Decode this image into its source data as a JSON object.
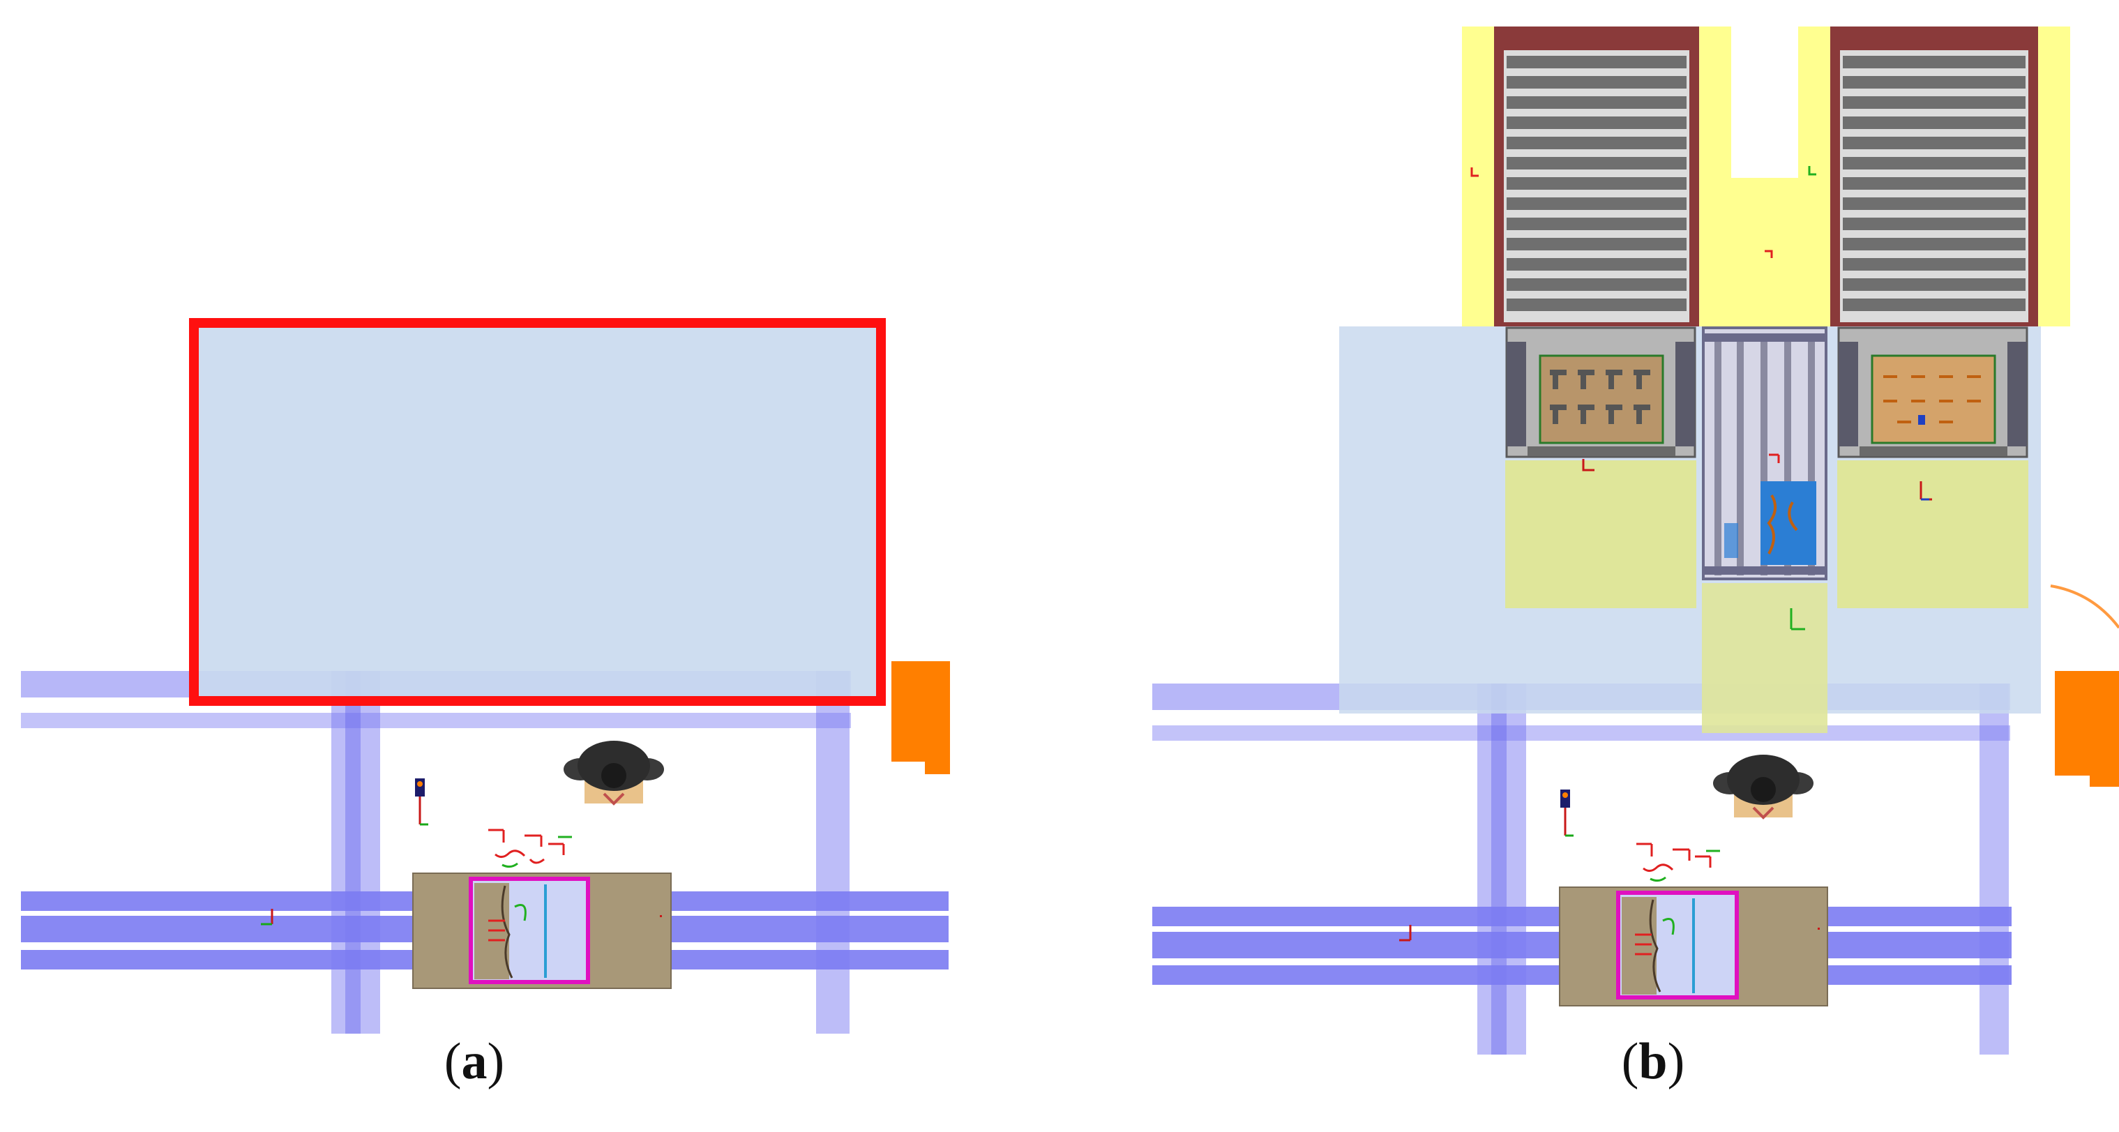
{
  "panels": [
    {
      "id": "a",
      "caption_open": "(",
      "caption_letter": "a",
      "caption_close": ")"
    },
    {
      "id": "b",
      "caption_open": "(",
      "caption_letter": "b",
      "caption_close": ")"
    }
  ],
  "colors": {
    "conveyor": "#7b7bf2",
    "conveyor_light": "#9e9ef6",
    "workzone": "#c9d9ee",
    "highlight_border": "#ff1010",
    "safety_zone": "#ffff90",
    "green_zone": "#dfe69a",
    "orange_device": "#ff7f00",
    "workbench": "#a89878",
    "fixture_border": "#e010c0",
    "fixture_inner": "#cdd4f6",
    "rack_frame": "#8a3a3a",
    "rack_bar": "#6f6f6f",
    "grey_cell": "#9a9a9a",
    "box": "#b8956a",
    "blue_part": "#2b7ed4",
    "worker": "#2d2d2d"
  },
  "icons": [
    "worker-figure-icon",
    "coordinate-frame-icon",
    "signal-light-icon",
    "robot-cell-icon",
    "storage-rack-icon"
  ]
}
